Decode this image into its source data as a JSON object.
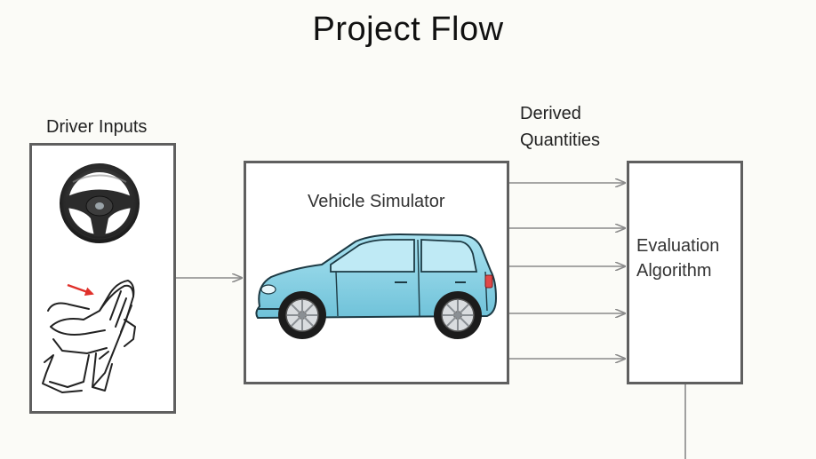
{
  "diagram": {
    "title": "Project Flow",
    "driver_inputs_label": "Driver Inputs",
    "derived_label_line1": "Derived",
    "derived_label_line2": "Quantities",
    "simulator_label": "Vehicle Simulator",
    "evaluation_line1": "Evaluation",
    "evaluation_line2": "Algorithm",
    "icons": [
      "steering-wheel-icon",
      "foot-pedal-icon",
      "car-icon"
    ],
    "colors": {
      "box_border": "#5f5f5f",
      "arrow": "#8a8a8a",
      "car_body": "#8fd3e6",
      "pedal_arrow": "#e0302a"
    }
  }
}
